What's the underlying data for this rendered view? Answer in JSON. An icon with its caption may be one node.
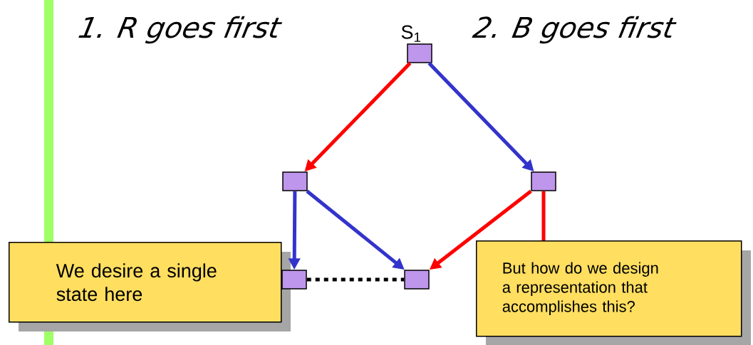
{
  "diagram": {
    "nodes": [
      {
        "text": [],
        "shape": "box",
        "beside": [
          "S$_{1}$"
        ]
      },
      {
        "text": [],
        "shape": "box"
      },
      {
        "text": [],
        "shape": "box"
      },
      {
        "text": [],
        "shape": "box"
      },
      {
        "text": [],
        "shape": "box"
      },
      {
        "text": [
          "We desire a single state here"
        ]
      },
      {
        "text": [
          "But how do we design a representation that accomplishes this?"
        ]
      }
    ],
    "edges": [
      {
        "from": 0,
        "to": 1,
        "arrow": "to",
        "color": "#ff0000"
      },
      {
        "from": 0,
        "to": 2,
        "arrow": "to",
        "color": "#3333cc"
      },
      {
        "from": 1,
        "to": 3,
        "arrow": "to",
        "color": "#3333cc"
      },
      {
        "from": 1,
        "to": 4,
        "arrow": "to",
        "color": "#3333cc"
      },
      {
        "from": 2,
        "to": 4,
        "arrow": "to",
        "color": "#ff0000"
      },
      {
        "from": 2,
        "to": 6,
        "arrow": "none",
        "color": "#ff0000"
      },
      {
        "from": 3,
        "to": 4,
        "arrow": "none",
        "style": "dashed",
        "color": "#000000"
      }
    ],
    "labels": [
      "1. R goes first",
      "2. B goes first"
    ]
  }
}
